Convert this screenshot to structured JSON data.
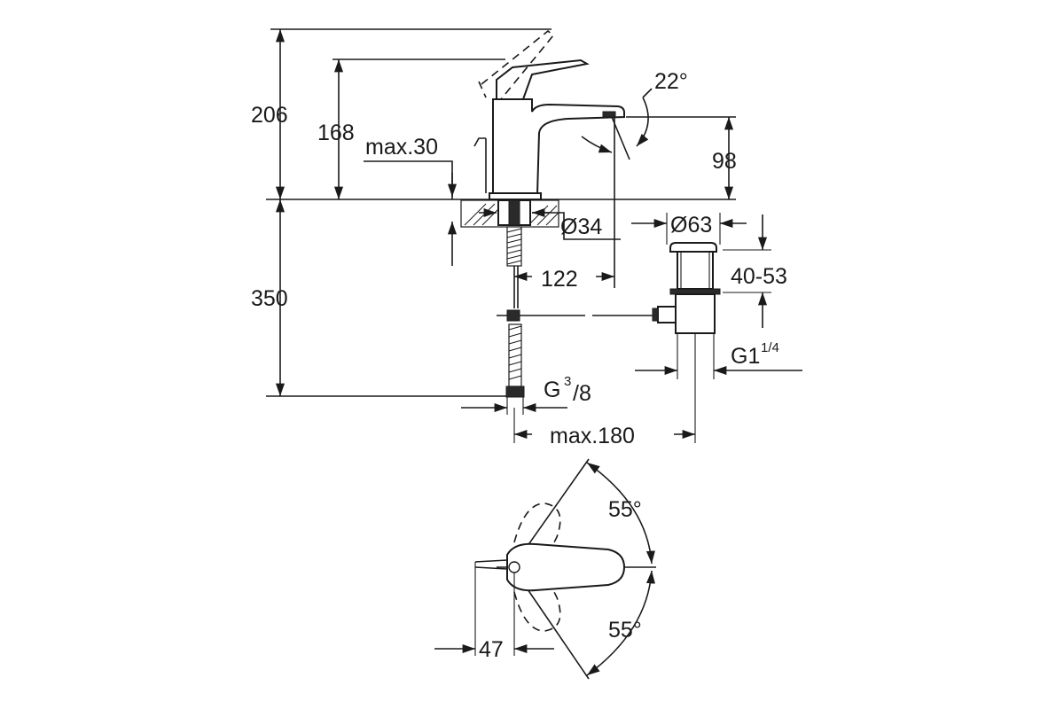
{
  "dimensions": {
    "d206": "206",
    "d168": "168",
    "dmax30": "max.30",
    "d22deg": "22°",
    "d98": "98",
    "d34": "Ø34",
    "d63": "Ø63",
    "d40_53": "40-53",
    "d122": "122",
    "d350": "350",
    "g18_base": "G1",
    "g18_frac": "1/4",
    "g38_base": "G",
    "g38_num": "3",
    "g38_den": "/8",
    "dmax180": "max.180",
    "d55top": "55°",
    "d55bottom": "55°",
    "d47": "47"
  },
  "colors": {
    "line": "#1a1a1a",
    "background": "#ffffff"
  }
}
